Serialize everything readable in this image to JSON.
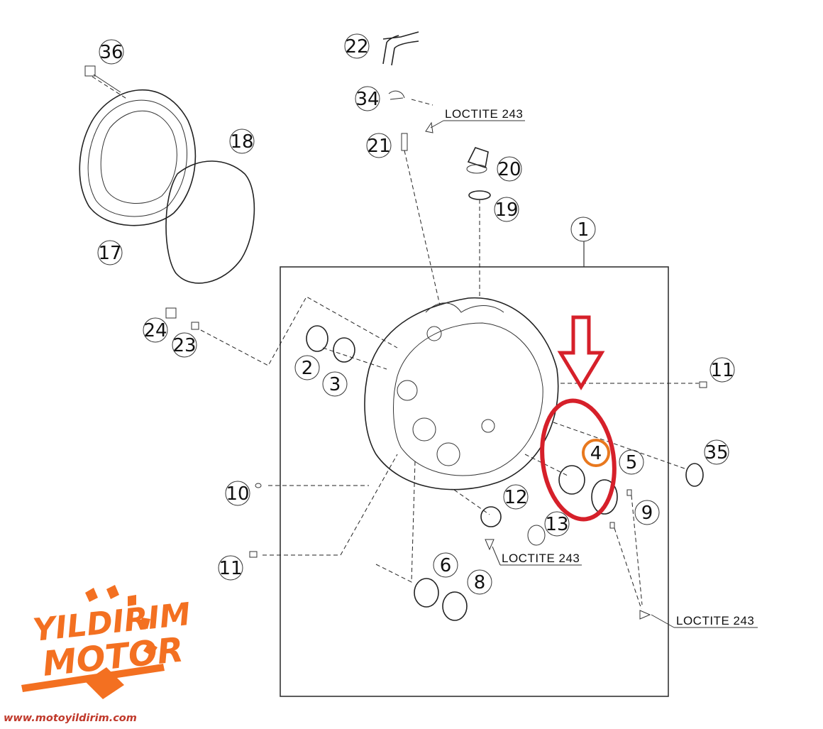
{
  "callouts": {
    "c1": "1",
    "c2": "2",
    "c3": "3",
    "c4": "4",
    "c5": "5",
    "c6": "6",
    "c8": "8",
    "c9": "9",
    "c10": "10",
    "c11a": "11",
    "c11b": "11",
    "c12": "12",
    "c13": "13",
    "c17": "17",
    "c18": "18",
    "c19": "19",
    "c20": "20",
    "c21": "21",
    "c22": "22",
    "c23": "23",
    "c24": "24",
    "c34": "34",
    "c35": "35",
    "c36": "36"
  },
  "loctite_labels": [
    "LOCTITE 243",
    "LOCTITE 243",
    "LOCTITE 243"
  ],
  "logo": {
    "line1": "YILDIRIM",
    "line2": "MOTOR"
  },
  "website": "www.motoyildirim.com",
  "colors": {
    "highlight": "#d6202a",
    "part4_ring": "#e8781e",
    "brand": "#f37021"
  }
}
